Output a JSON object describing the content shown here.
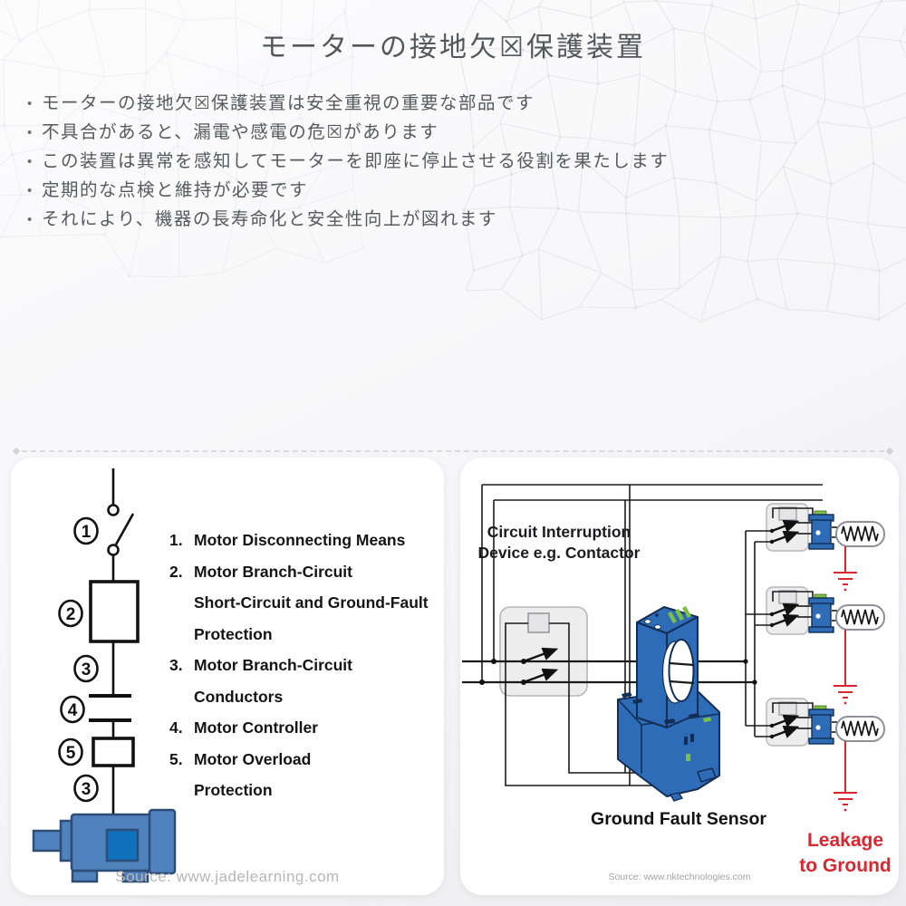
{
  "slide": {
    "title": "モーターの接地欠☒保護装置",
    "bullets": [
      "モーターの接地欠☒保護装置は安全重視の重要な部品です",
      "不具合があると、漏電や感電の危☒があります",
      "この装置は異常を感知してモーターを即座に停止させる役割を果たします",
      "定期的な点検と維持が必要です",
      "それにより、機器の長寿命化と安全性向上が図れます"
    ]
  },
  "left_panel": {
    "list": [
      {
        "num": "1.",
        "text": "Motor Disconnecting Means"
      },
      {
        "num": "2.",
        "text": "Motor Branch-Circuit\nShort-Circuit and Ground-Fault\nProtection"
      },
      {
        "num": "3.",
        "text": "Motor Branch-Circuit\nConductors"
      },
      {
        "num": "4.",
        "text": "Motor Controller"
      },
      {
        "num": "5.",
        "text": "Motor Overload\nProtection"
      }
    ],
    "circle_labels": [
      "1",
      "2",
      "3",
      "4",
      "5",
      "3"
    ],
    "source": "Source: www.jadelearning.com"
  },
  "right_panel": {
    "device_label_line1": "Circuit Interruption",
    "device_label_line2": "Device e.g. Contactor",
    "sensor_label": "Ground Fault Sensor",
    "leakage_label_line1": "Leakage",
    "leakage_label_line2": "to Ground",
    "source": "Source: www.nktechnologies.com"
  },
  "colors": {
    "motor_blue": "#4f81bd",
    "motor_outline": "#2c4d75",
    "junction_blue": "#1072bc",
    "sensor_blue": "#2f6cb7",
    "sensor_outline": "#122e55",
    "alert_red": "#d7282f",
    "led_green": "#7ac143"
  }
}
